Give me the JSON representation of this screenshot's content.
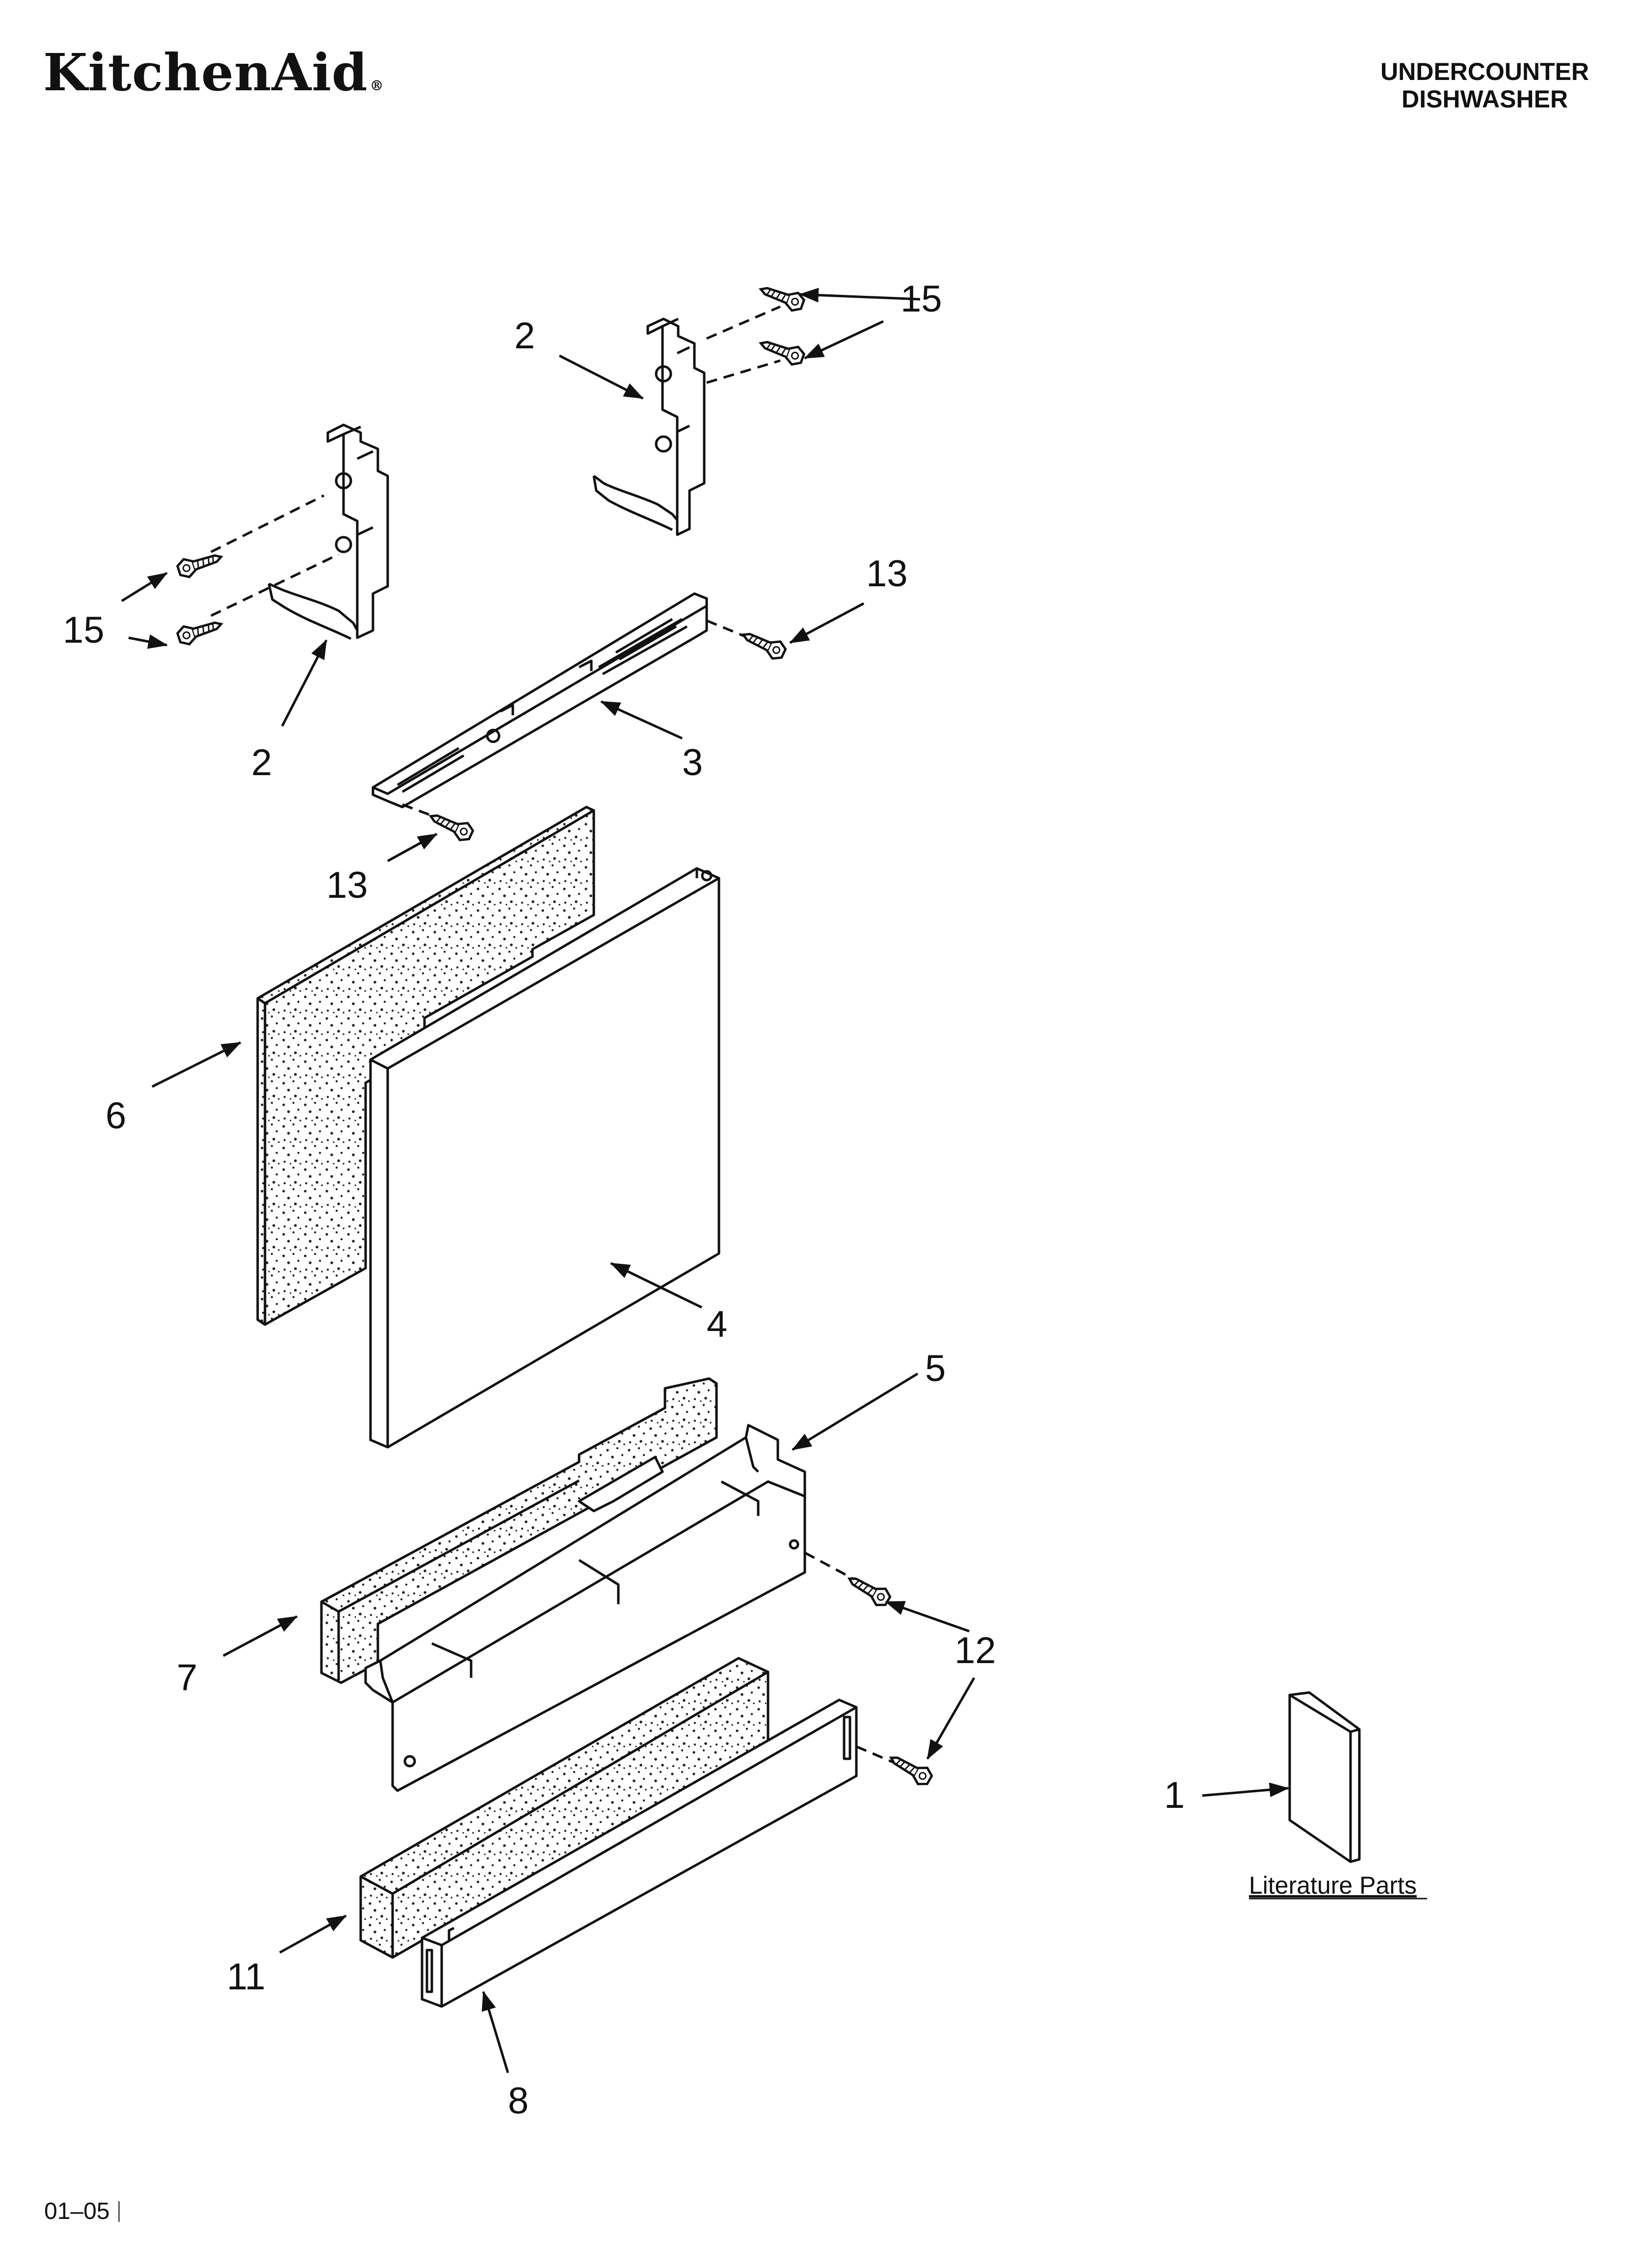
{
  "brand": {
    "logo_text": "KitchenAid",
    "mark": "®"
  },
  "product": {
    "line1": "UNDERCOUNTER",
    "line2": "DISHWASHER"
  },
  "callouts": {
    "c2a": "2",
    "c2b": "2",
    "c3": "3",
    "c4": "4",
    "c5": "5",
    "c6": "6",
    "c7": "7",
    "c8": "8",
    "c11": "11",
    "c12": "12",
    "c13a": "13",
    "c13b": "13",
    "c15a": "15",
    "c15b": "15",
    "c1": "1"
  },
  "literature_label": "Literature Parts",
  "footer": {
    "code": "01–05"
  }
}
